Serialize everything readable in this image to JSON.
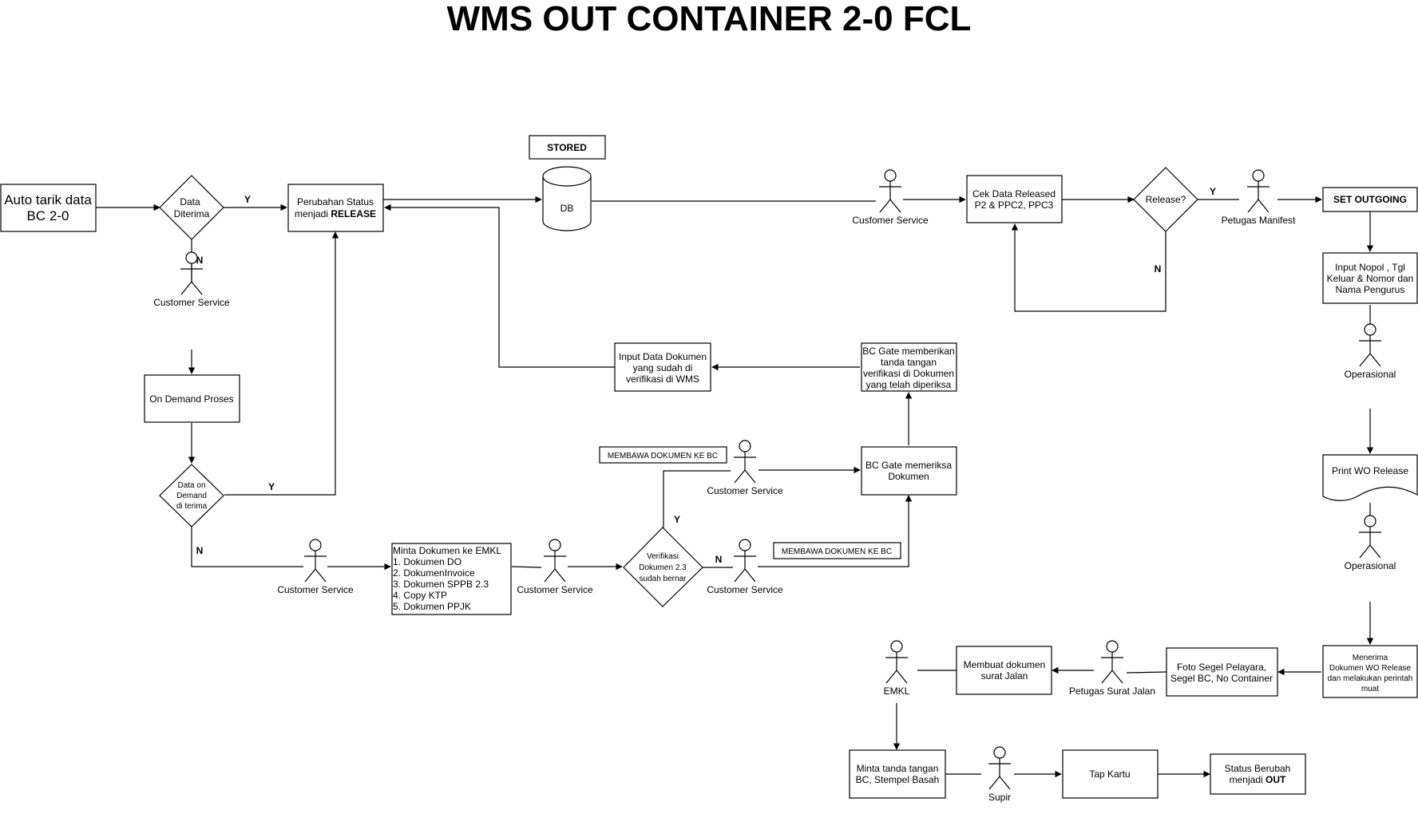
{
  "title": "WMS OUT CONTAINER 2-0 FCL",
  "nodes": {
    "auto_tarik": [
      "Auto tarik data",
      "BC 2-0"
    ],
    "data_diterima": [
      "Data",
      "Diterima"
    ],
    "perubahan_status": {
      "line1": "Perubahan Status",
      "line2_prefix": "menjadi ",
      "line2_bold": "RELEASE"
    },
    "stored_label": "STORED",
    "db": "DB",
    "cek_data": [
      "Cek Data Released",
      "P2 & PPC2, PPC3"
    ],
    "release_q": "Release?",
    "set_outgoing": "SET OUTGOING",
    "input_nopol": [
      "Input Nopol , Tgl",
      "Keluar  & Nomor dan",
      "Nama Pengurus"
    ],
    "on_demand": "On Demand Proses",
    "data_on_demand": [
      "Data on",
      "Demand",
      "di terima"
    ],
    "input_dokumen": [
      "Input Data Dokumen",
      "yang sudah di",
      "verifikasi di WMS"
    ],
    "bc_gate_ttd": [
      "BC Gate memberikan",
      "tanda tangan",
      "verifikasi di Dokumen",
      "yang telah diperiksa"
    ],
    "bc_gate_periksa": [
      "BC Gate memeriksa",
      "Dokumen"
    ],
    "membawa_1": "MEMBAWA DOKUMEN KE BC",
    "membawa_2": "MEMBAWA DOKUMEN KE BC",
    "minta_dokumen": [
      "Minta Dokumen ke EMKL",
      "1. Dokumen DO",
      "2. DokumenInvoice",
      "3. Dokumen SPPB 2.3",
      "4. Copy KTP",
      "5. Dokumen PPJK"
    ],
    "verifikasi": [
      "Verifikasi",
      "Dokumen 2.3",
      "sudah bernar"
    ],
    "print_wo": "Print WO Release",
    "menerima_wo": [
      "Menerima",
      "Dokumen WO Release",
      "dan melakukan perintah",
      "muat"
    ],
    "foto_segel": [
      "Foto Segel Pelayara,",
      "Segel BC, No Container"
    ],
    "membuat_sj": [
      "Membuat dokumen",
      "surat  Jalan"
    ],
    "minta_ttd": [
      "Minta tanda tangan",
      "BC, Stempel Basah"
    ],
    "tap_kartu": "Tap Kartu",
    "status_out": {
      "line1": "Status Berubah",
      "line2_prefix": "menjadi ",
      "line2_bold": "OUT"
    }
  },
  "actors": {
    "cs_1": "Customer Service",
    "cs_top": "Cusfomer Service",
    "petugas_manifest": "Petugas Manifest",
    "operasional_1": "Operasional",
    "operasional_2": "Operasional",
    "cs_bawa": "Customer Service",
    "cs_2": "Customer Service",
    "cs_3": "Customer Service",
    "cs_4": "Customer Service",
    "emkl": "EMKL",
    "petugas_sj": "Petugas Surat Jalan",
    "supir": "Supir"
  },
  "edge_labels": {
    "y1": "Y",
    "n1": "N",
    "y2": "Y",
    "n2": "N",
    "y_release": "Y",
    "n_release": "N",
    "y_verif": "Y",
    "n_verif": "N"
  }
}
